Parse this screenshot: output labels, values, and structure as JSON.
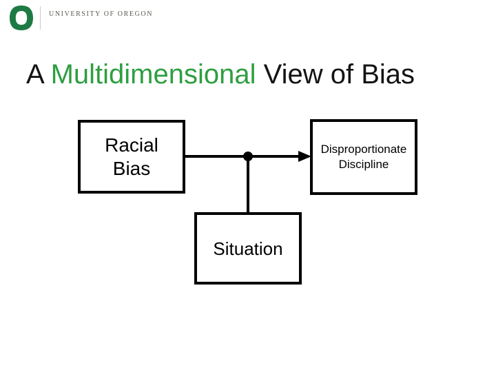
{
  "slide": {
    "header": {
      "wordmark": "UNIVERSITY OF OREGON",
      "logo_icon": "uo-o-logo-icon"
    },
    "title": {
      "prefix": "A ",
      "highlight": "Multidimensional",
      "suffix": " View of Bias"
    },
    "diagram": {
      "nodes": [
        {
          "id": "racial-bias",
          "label": "Racial\nBias"
        },
        {
          "id": "disproportionate-discipline",
          "label": "Disproportionate\nDiscipline"
        },
        {
          "id": "situation",
          "label": "Situation"
        }
      ],
      "edges": [
        {
          "from": "racial-bias",
          "to": "disproportionate-discipline",
          "style": "arrow"
        },
        {
          "from": "situation",
          "to": "arrow-midpoint",
          "style": "line-with-junction-dot"
        }
      ]
    },
    "colors": {
      "title_highlight_green": "#2f9e41",
      "logo_green": "#1e7a44",
      "box_border": "#000000",
      "connector": "#000000",
      "wordmark_gray": "#5d5a52",
      "background": "#ffffff"
    }
  }
}
